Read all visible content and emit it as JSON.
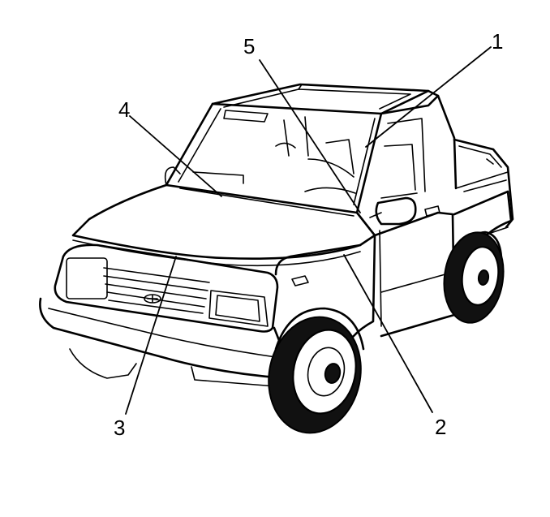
{
  "colors": {
    "line": "#000000",
    "background": "#ffffff"
  },
  "callouts": [
    {
      "number": "1"
    },
    {
      "number": "2"
    },
    {
      "number": "3"
    },
    {
      "number": "4"
    },
    {
      "number": "5"
    }
  ]
}
